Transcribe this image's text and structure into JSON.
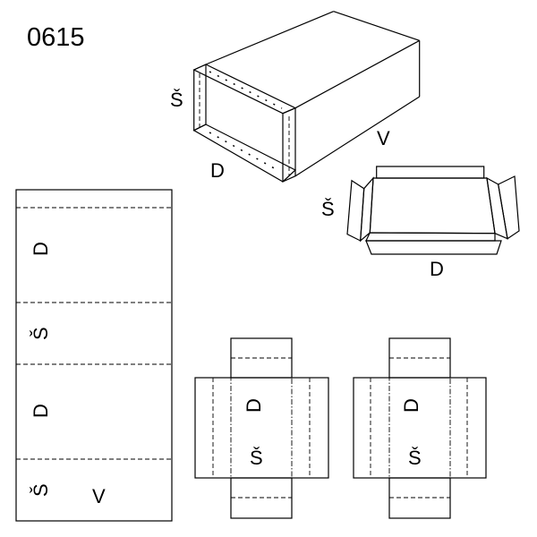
{
  "title": "0615",
  "labels": {
    "width": "Š",
    "length": "D",
    "height": "V"
  }
}
